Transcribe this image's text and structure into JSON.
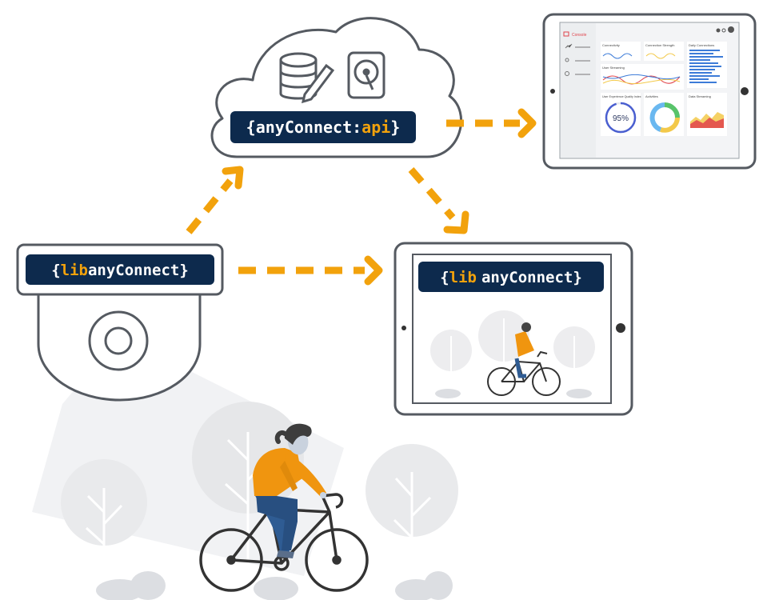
{
  "colors": {
    "navy": "#0d2a4d",
    "orange": "#f2a20c",
    "white": "#ffffff",
    "outline": "#555a61",
    "tree": "#e6e7e9",
    "accent_red": "#e0434b",
    "chart_blue": "#3c7bd8",
    "chart_green": "#58c36a",
    "chart_yellow": "#f3c94a",
    "rider_jacket": "#f0950f",
    "rider_pants": "#2f5c93"
  },
  "api_badge": {
    "open": "{",
    "name": "anyConnect:",
    "highlight": "api",
    "close": "}"
  },
  "lib_badge_camera": {
    "open": "{",
    "highlight": "lib",
    "name": "anyConnect",
    "close": "}"
  },
  "lib_badge_tablet": {
    "open": "{",
    "highlight": "lib",
    "name": "anyConnect",
    "close": "}"
  },
  "icons": {
    "database": "database-edit-icon",
    "hard_drive": "hard-drive-icon"
  },
  "dashboard": {
    "brand": "Console",
    "cards": {
      "connectivity": "Connectivity",
      "connection_strength": "Connection Strength",
      "daily_connections": "Daily Connections",
      "user_streaming": "User Streaming",
      "ux_quality": "User Experience Quality Index",
      "activities": "Activities",
      "data_streaming": "Data Streaming"
    },
    "ux_quality_value": "95%",
    "ux_quality_fraction": 0.95
  }
}
